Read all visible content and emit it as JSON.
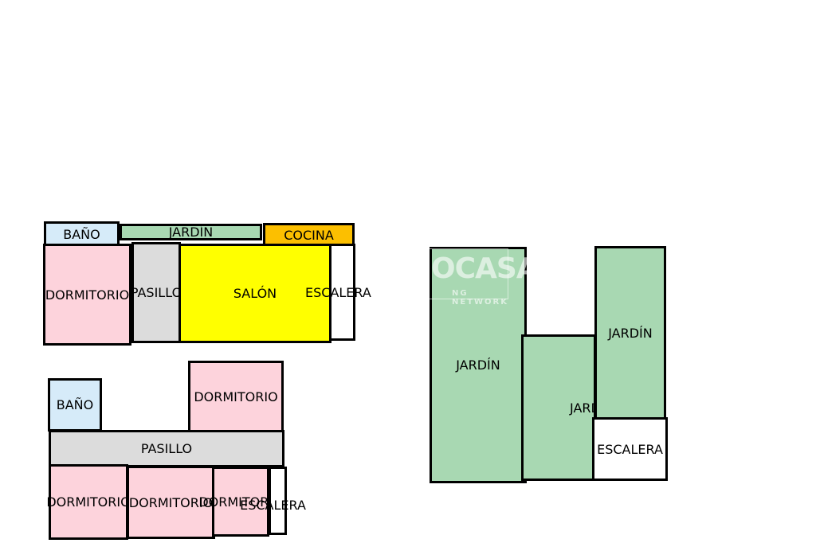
{
  "colors": {
    "bano": "#d6ebf9",
    "jardin": "#a8d8b2",
    "cocina": "#fcbf00",
    "dormitorio": "#fdd3dc",
    "pasillo": "#dcdcdc",
    "salon": "#ffff00",
    "escalera": "#ffffff",
    "outline": "#000000"
  },
  "floors": {
    "ground": {
      "bano": "BAÑO",
      "jardin": "JARDÍN",
      "cocina": "COCINA",
      "dormitorio": "DORMITORIO",
      "pasillo": "PASILLO",
      "salon": "SALÓN",
      "escalera": "ESCALERA"
    },
    "upper": {
      "bano": "BAÑO",
      "dormitorio_top": "DORMITORIO",
      "pasillo": "PASILLO",
      "dormitorio_1": "DORMITORIO",
      "dormitorio_2": "DORMITORIO",
      "dormitorio_3": "DORMITORIO",
      "escalera": "ESCALERA"
    },
    "gardens": {
      "jardin_left": "JARDÍN",
      "jardin_middle": "JARDÍN",
      "jardin_right": "JARDÍN",
      "escalera": "ESCALERA"
    }
  },
  "watermark": {
    "brand": "OCASA",
    "tagline": "NG NETWORK"
  }
}
